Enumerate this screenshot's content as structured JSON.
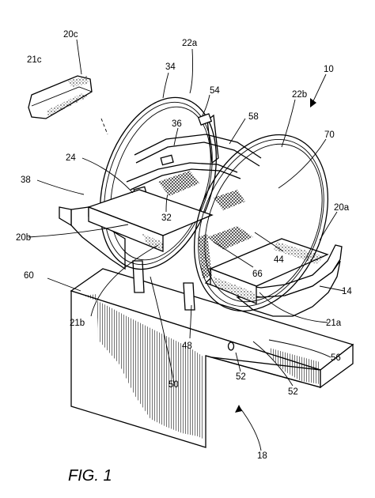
{
  "figure": {
    "caption": "FIG. 1"
  },
  "labels": {
    "l10": "10",
    "l14": "14",
    "l18": "18",
    "l20a": "20a",
    "l20b": "20b",
    "l20c": "20c",
    "l21a": "21a",
    "l21b": "21b",
    "l21c": "21c",
    "l22a": "22a",
    "l22b": "22b",
    "l24": "24",
    "l32": "32",
    "l34": "34",
    "l36": "36",
    "l38": "38",
    "l44": "44",
    "l48": "48",
    "l50": "50",
    "l52a": "52",
    "l52b": "52",
    "l54": "54",
    "l56": "56",
    "l58": "58",
    "l60": "60",
    "l66": "66",
    "l70": "70"
  }
}
